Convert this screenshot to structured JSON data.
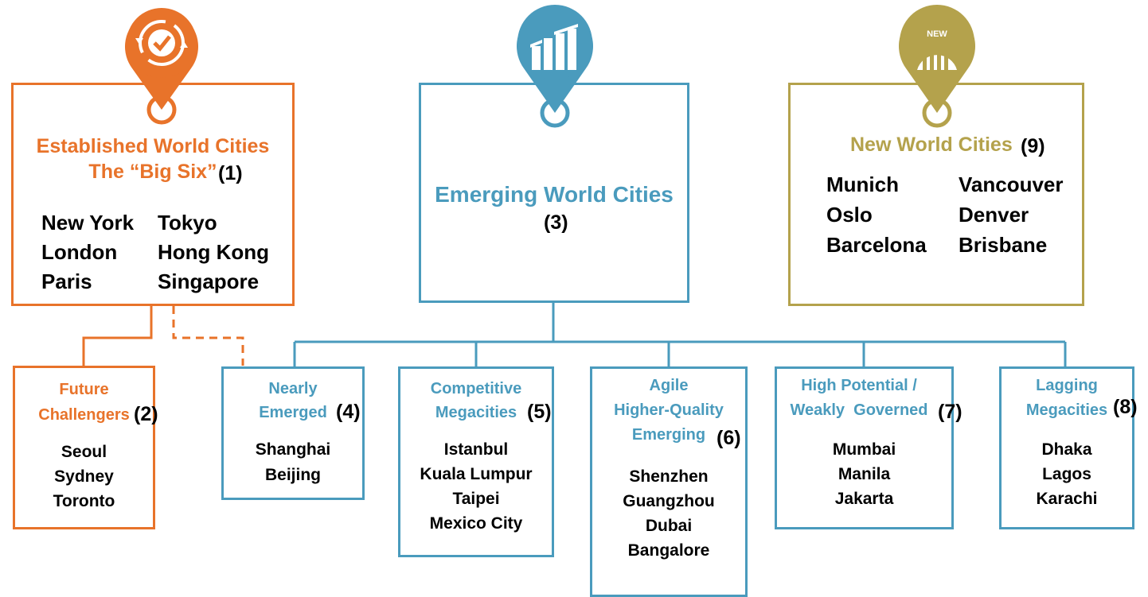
{
  "colors": {
    "orange": "#e8732a",
    "blue": "#4a9bbd",
    "gold": "#b4a24c"
  },
  "established": {
    "title_line1": "Established World Cities",
    "title_line2": "The “Big Six”",
    "number": "(1)",
    "cities_left": [
      "New York",
      "London",
      "Paris"
    ],
    "cities_right": [
      "Tokyo",
      "Hong Kong",
      "Singapore"
    ],
    "icon": "refresh-check-icon"
  },
  "future": {
    "title_line1": "Future",
    "title_line2": "Challengers",
    "number": "(2)",
    "cities": [
      "Seoul",
      "Sydney",
      "Toronto"
    ]
  },
  "emerging": {
    "title": "Emerging World Cities",
    "number": "(3)",
    "icon": "building-chart-icon"
  },
  "nearly": {
    "title_line1": "Nearly",
    "title_line2": "Emerged",
    "number": "(4)",
    "cities": [
      "Shanghai",
      "Beijing"
    ]
  },
  "competitive": {
    "title_line1": "Competitive",
    "title_line2": "Megacities",
    "number": "(5)",
    "cities": [
      "Istanbul",
      "Kuala Lumpur",
      "Taipei",
      "Mexico City"
    ]
  },
  "agile": {
    "title_line1": "Agile",
    "title_line2": "Higher-Quality",
    "title_line3": "Emerging",
    "number": "(6)",
    "cities": [
      "Shenzhen",
      "Guangzhou",
      "Dubai",
      "Bangalore"
    ]
  },
  "highpotential": {
    "title_line1": "High Potential /",
    "title_line2": "Weakly  Governed",
    "number": "(7)",
    "cities": [
      "Mumbai",
      "Manila",
      "Jakarta"
    ]
  },
  "lagging": {
    "title_line1": "Lagging",
    "title_line2": "Megacities",
    "number": "(8)",
    "cities": [
      "Dhaka",
      "Lagos",
      "Karachi"
    ]
  },
  "newworld": {
    "title": "New World Cities",
    "number": "(9)",
    "badge": "NEW",
    "cities_left": [
      "Munich",
      "Oslo",
      "Barcelona"
    ],
    "cities_right": [
      "Vancouver",
      "Denver",
      "Brisbane"
    ],
    "icon": "new-buildings-icon"
  }
}
